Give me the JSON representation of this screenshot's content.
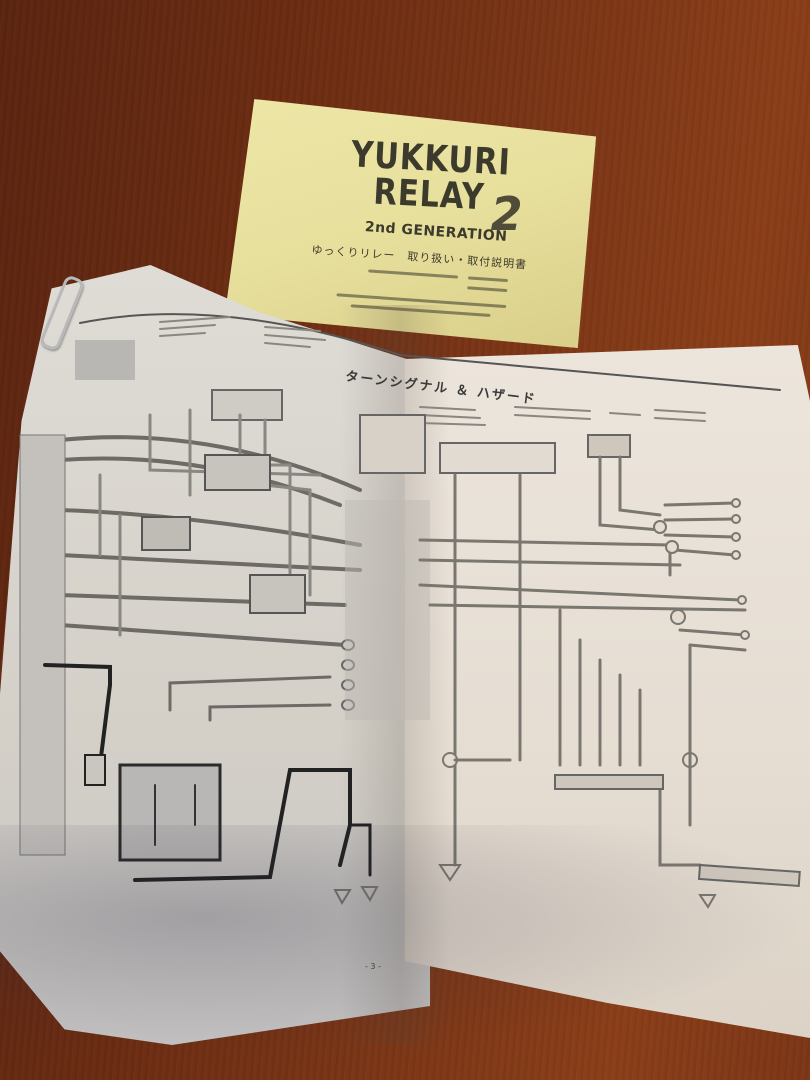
{
  "scene": {
    "description": "Photo of an open wiring-diagram booklet on a wooden table with a yellow instruction card",
    "colors": {
      "table": "#6b2c12",
      "card": "#e9e1a0",
      "paper_left": "#d8d5cf",
      "paper_right": "#e8e0d6",
      "ink": "#3c3a2c",
      "wire": "#7a7670"
    }
  },
  "card": {
    "title_line1": "YUKKURI",
    "title_line2": "RELAY",
    "title_number": "2",
    "generation": "2nd GENERATION",
    "subtitle": "ゆっくりリレー　取り扱い・取付説明書"
  },
  "booklet": {
    "section_title": "ターンシグナル ＆ ハザード",
    "page_number": "- 3 -"
  }
}
